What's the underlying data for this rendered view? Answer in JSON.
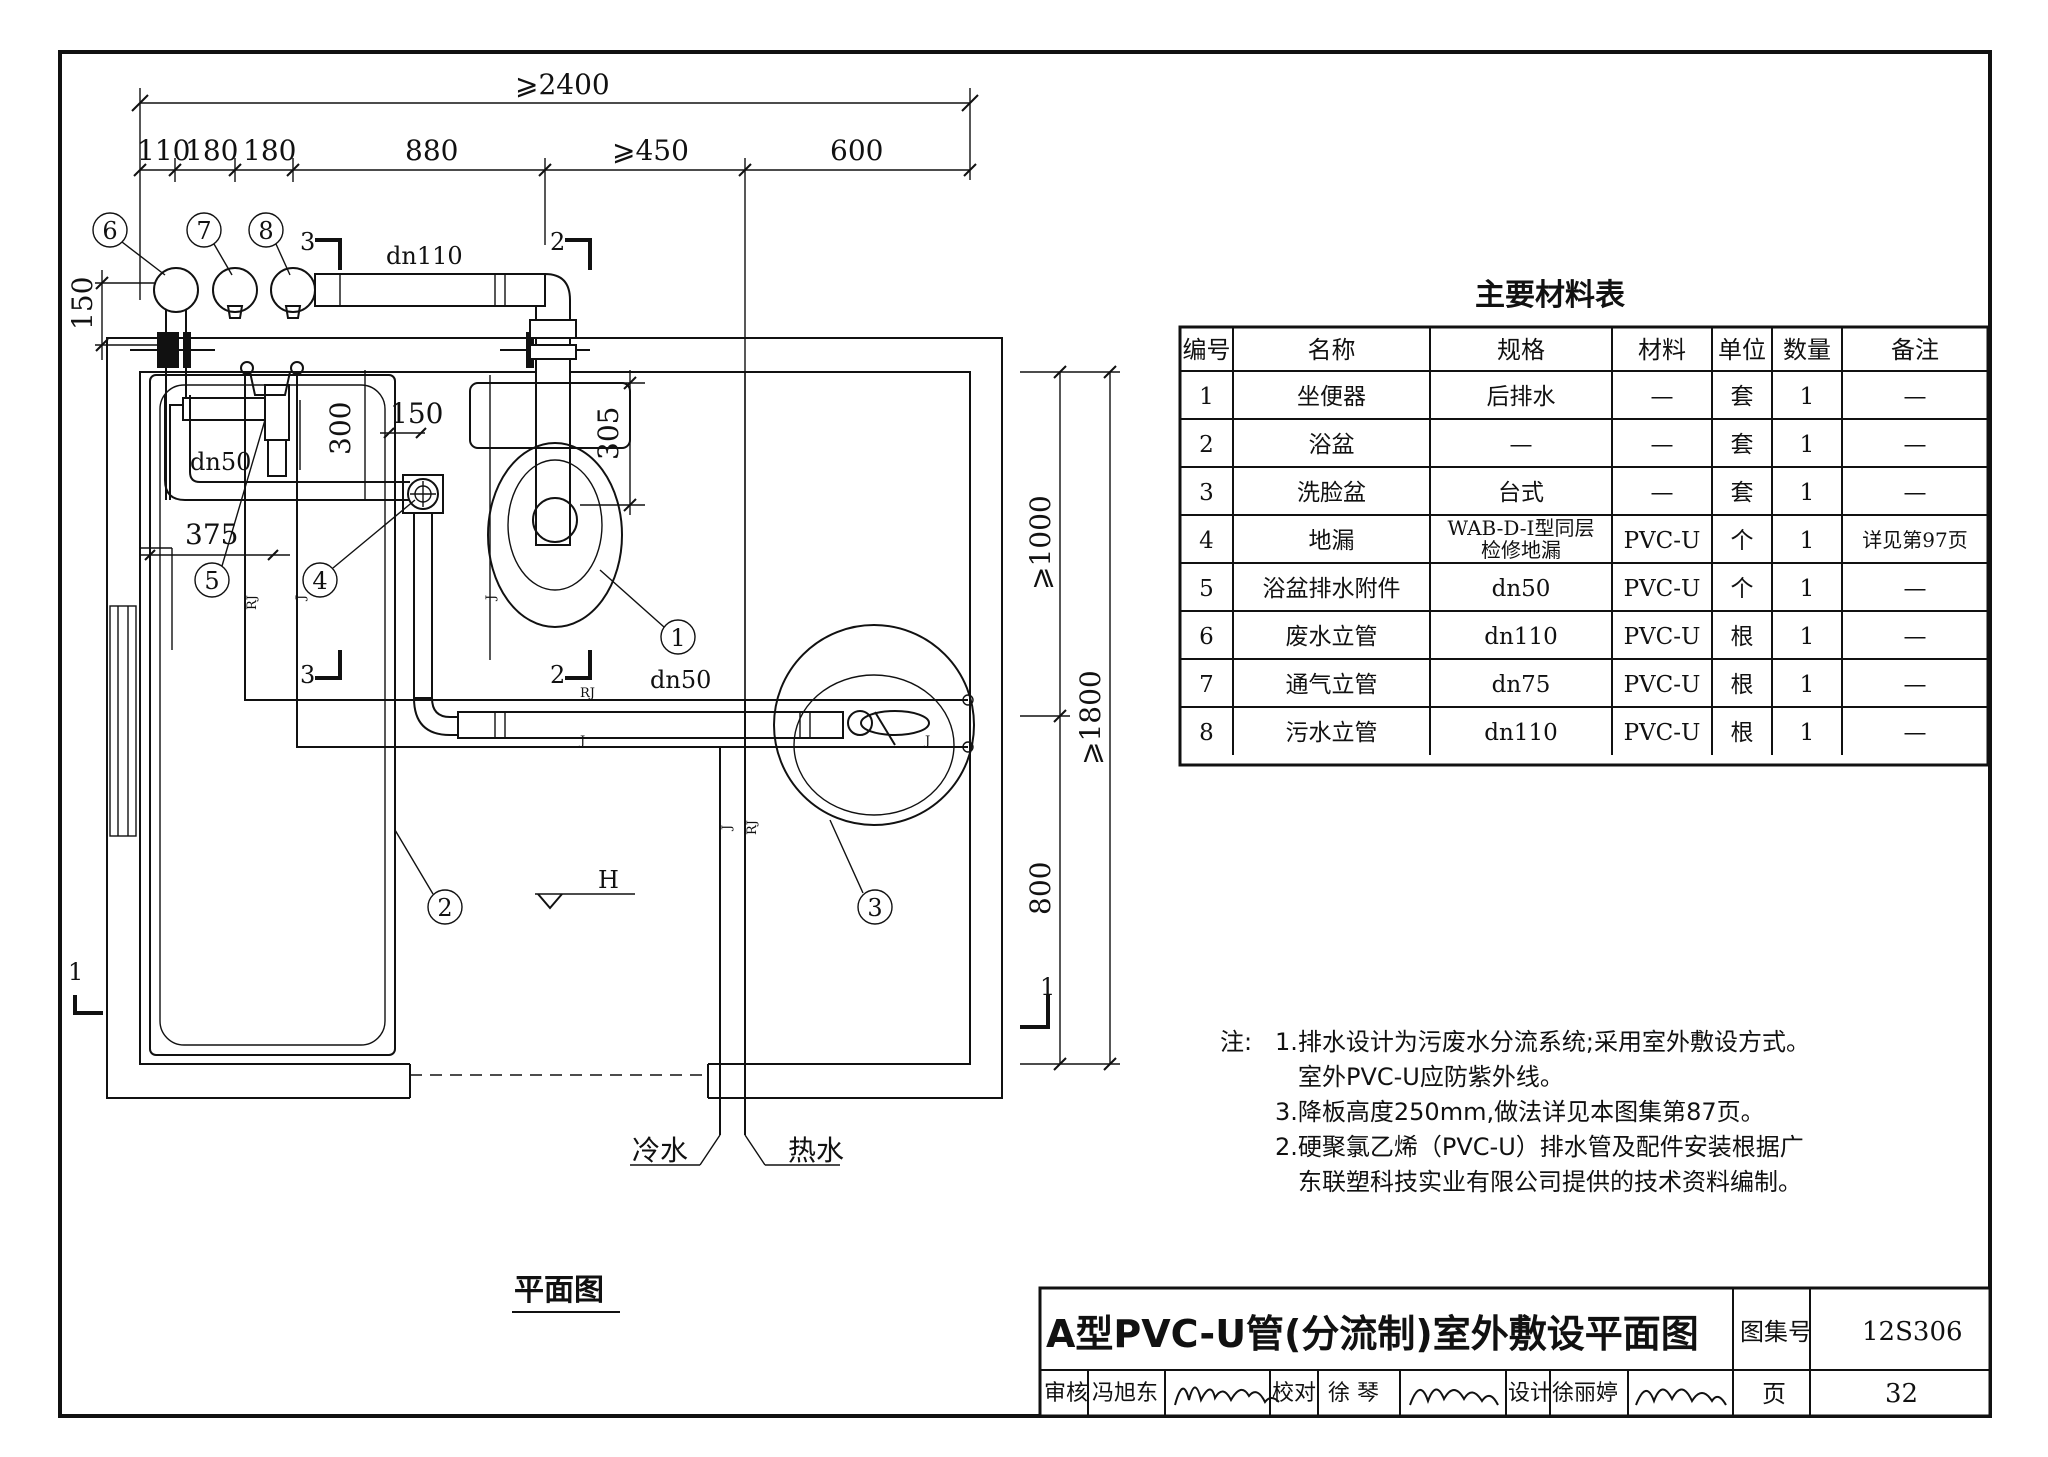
{
  "plan": {
    "dims_top": {
      "overall": "⩾2400",
      "d1": "110",
      "d2": "180",
      "d3": "180",
      "d4": "880",
      "d5": "⩾450",
      "d6": "600"
    },
    "dims_left": {
      "d150": "150"
    },
    "dims_right": {
      "d1000": "⩾1000",
      "d1800": "⩾1800",
      "d800": "800"
    },
    "dims_inner": {
      "d300": "300",
      "d150b": "150",
      "d305": "305",
      "d375": "375"
    },
    "pipe_labels": {
      "dn110": "dn110",
      "dn50a": "dn50",
      "dn50b": "dn50",
      "rj1": "RJ",
      "j1": "J",
      "rj2": "RJ",
      "j2": "J",
      "jv1": "J",
      "rjv1": "RJ",
      "jv2": "J",
      "jv3": "J"
    },
    "section_marks": {
      "s3a": "3",
      "s3b": "3",
      "s2a": "2",
      "s2b": "2",
      "s1a": "1",
      "s1b": "1"
    },
    "level_mark": "H",
    "callouts": [
      "1",
      "2",
      "3",
      "4",
      "5",
      "6",
      "7",
      "8"
    ],
    "supply_labels": {
      "cold": "冷水",
      "hot": "热水"
    },
    "caption": "平面图"
  },
  "materials": {
    "title": "主要材料表",
    "headers": [
      "编号",
      "名称",
      "规格",
      "材料",
      "单位",
      "数量",
      "备注"
    ],
    "rows": [
      {
        "no": "1",
        "name": "坐便器",
        "spec": "后排水",
        "spec2": "",
        "mat": "—",
        "unit": "套",
        "qty": "1",
        "note": "—"
      },
      {
        "no": "2",
        "name": "浴盆",
        "spec": "—",
        "spec2": "",
        "mat": "—",
        "unit": "套",
        "qty": "1",
        "note": "—"
      },
      {
        "no": "3",
        "name": "洗脸盆",
        "spec": "台式",
        "spec2": "",
        "mat": "—",
        "unit": "套",
        "qty": "1",
        "note": "—"
      },
      {
        "no": "4",
        "name": "地漏",
        "spec": "WAB-D-I型同层",
        "spec2": "检修地漏",
        "mat": "PVC-U",
        "unit": "个",
        "qty": "1",
        "note": "详见第97页"
      },
      {
        "no": "5",
        "name": "浴盆排水附件",
        "spec": "dn50",
        "spec2": "",
        "mat": "PVC-U",
        "unit": "个",
        "qty": "1",
        "note": "—"
      },
      {
        "no": "6",
        "name": "废水立管",
        "spec": "dn110",
        "spec2": "",
        "mat": "PVC-U",
        "unit": "根",
        "qty": "1",
        "note": "—"
      },
      {
        "no": "7",
        "name": "通气立管",
        "spec": "dn75",
        "spec2": "",
        "mat": "PVC-U",
        "unit": "根",
        "qty": "1",
        "note": "—"
      },
      {
        "no": "8",
        "name": "污水立管",
        "spec": "dn110",
        "spec2": "",
        "mat": "PVC-U",
        "unit": "根",
        "qty": "1",
        "note": "—"
      }
    ]
  },
  "notes": {
    "prefix": "注:",
    "lines": [
      "1.排水设计为污废水分流系统;采用室外敷设方式。",
      "室外PVC-U应防紫外线。",
      "3.降板高度250mm,做法详见本图集第87页。",
      "2.硬聚氯乙烯（PVC-U）排水管及配件安装根据广",
      "东联塑科技实业有限公司提供的技术资料编制。"
    ]
  },
  "title_block": {
    "title": "A型PVC-U管(分流制)室外敷设平面图",
    "atlas_label": "图集号",
    "atlas_no": "12S306",
    "review_label": "审核",
    "reviewer": "冯旭东",
    "check_label": "校对",
    "checker": "徐 琴",
    "design_label": "设计",
    "designer": "徐丽婷",
    "page_label": "页",
    "page_no": "32"
  }
}
